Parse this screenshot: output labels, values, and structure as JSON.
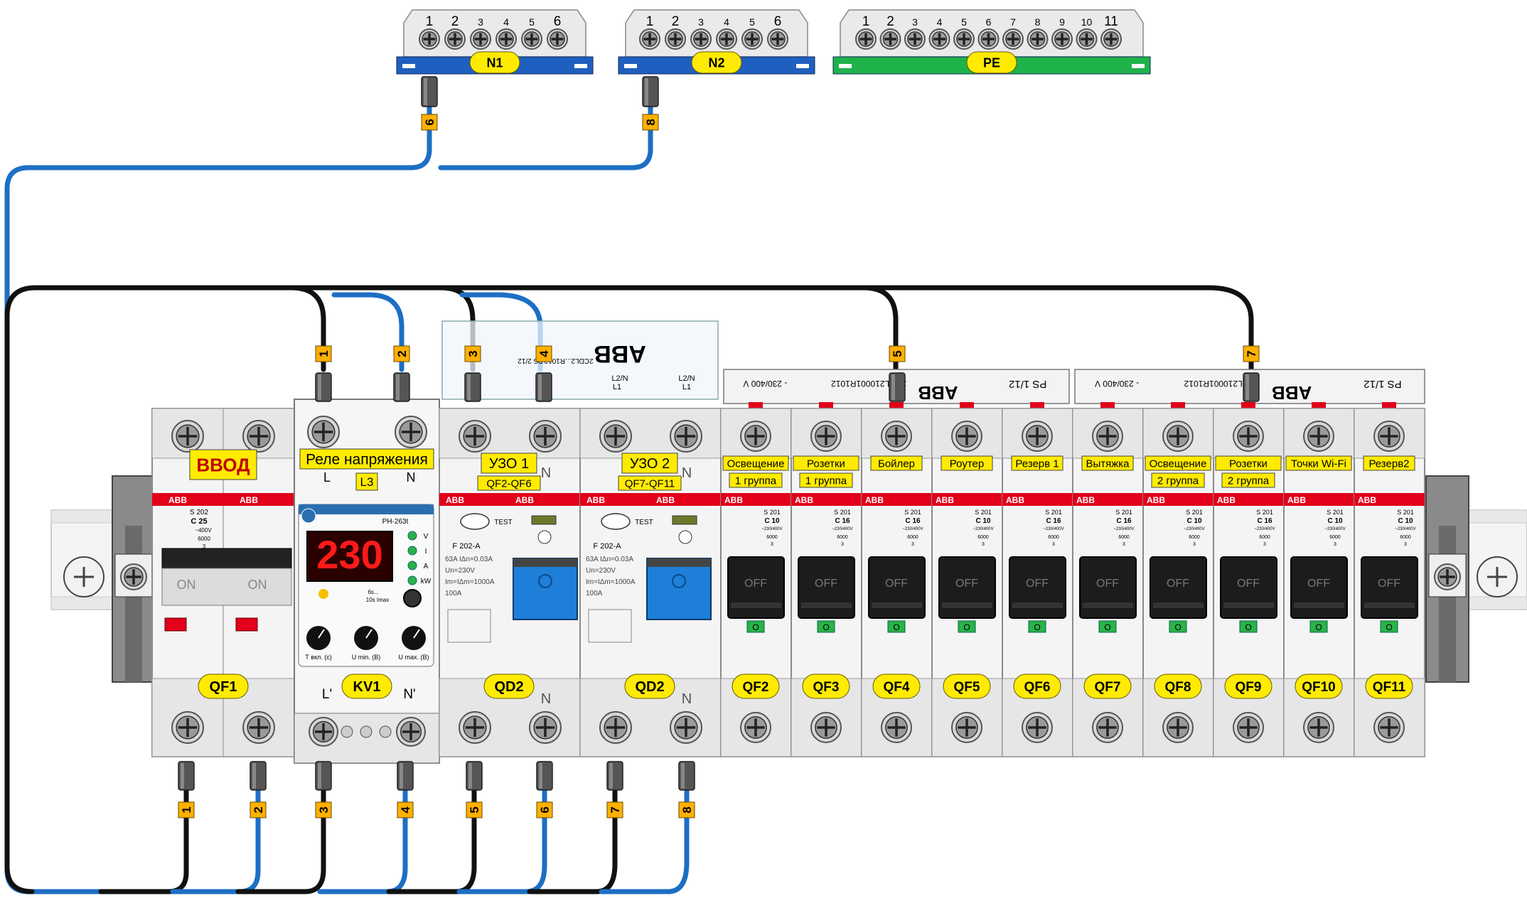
{
  "colors": {
    "wire_black": "#111111",
    "wire_blue": "#1d6fc4",
    "label_yellow": "#ffeb00",
    "abb_red": "#e2001a",
    "bus_blue": "#1f5fbf",
    "bus_green": "#1fb24a",
    "rcd_blue": "#1e7fd8",
    "display_red": "#ff1a1a",
    "vvod_red": "#c00000"
  },
  "bus_bars": [
    {
      "name": "N1",
      "terminals": [
        "1",
        "2",
        "3",
        "4",
        "5",
        "6"
      ]
    },
    {
      "name": "N2",
      "terminals": [
        "1",
        "2",
        "3",
        "4",
        "5",
        "6"
      ]
    },
    {
      "name": "PE",
      "terminals": [
        "1",
        "2",
        "3",
        "4",
        "5",
        "6",
        "7",
        "8",
        "9",
        "10",
        "11"
      ]
    }
  ],
  "wire_numbers": {
    "n1_out": "6",
    "n2_out": "8",
    "top": [
      "1",
      "2",
      "3",
      "4",
      "5",
      "7"
    ],
    "bottom": [
      "1",
      "2",
      "3",
      "4",
      "5",
      "6",
      "7",
      "8"
    ]
  },
  "comb_busbars": [
    {
      "brand": "ABB",
      "model": "PS 1/12",
      "code": "2CDL210001R1012",
      "voltage": "- 230/400 V"
    },
    {
      "brand": "ABB",
      "model": "PS 1/12",
      "code": "2CDL210001R1012",
      "voltage": "- 230/400 V"
    }
  ],
  "rcd_comb": {
    "brand": "ABB",
    "model": "PS 2/12",
    "code": "2CDL2...R1012",
    "terms": [
      "L1",
      "L2/N",
      "L1",
      "L2/N",
      "N",
      "L"
    ]
  },
  "main_breaker": {
    "label": "ВВОД",
    "brand": "ABB",
    "model": "S 202",
    "rating": "C 25",
    "voltage": "~400V",
    "breaking": "6000",
    "class": "3",
    "handles": [
      "ON",
      "ON"
    ],
    "tag": "QF1"
  },
  "relay": {
    "label": "Реле напряжения",
    "l_in": "L",
    "phase_tag": "L3",
    "n_in": "N",
    "model": "РН-263t",
    "display": "230",
    "indicators": [
      "V",
      "I",
      "A",
      "kW"
    ],
    "timing": "6s...",
    "timing2": "10s Imax",
    "knobs": [
      "Т вкл. (с)",
      "U min. (В)",
      "U max. (В)"
    ],
    "l_out": "L'",
    "tag": "KV1",
    "n_out": "N'"
  },
  "rcds": [
    {
      "label": "УЗО 1",
      "group": "QF2-QF6",
      "n_top": "N",
      "n_bottom": "N",
      "test": "TEST",
      "model": "F 202-A",
      "specs": [
        "63A  IΔn=0.03A",
        "Un=230V",
        "Im=IΔm=1000A",
        "100A"
      ],
      "tag": "QD2"
    },
    {
      "label": "УЗО 2",
      "group": "QF7-QF11",
      "n_top": "N",
      "n_bottom": "N",
      "test": "TEST",
      "model": "F 202-A",
      "specs": [
        "63A  IΔn=0.03A",
        "Un=230V",
        "Im=IΔm=1000A",
        "100A"
      ],
      "tag": "QD2"
    }
  ],
  "breakers": [
    {
      "tag": "QF2",
      "label": [
        "Освещение",
        "1 группа"
      ],
      "rating": "C 10"
    },
    {
      "tag": "QF3",
      "label": [
        "Розетки",
        "1 группа"
      ],
      "rating": "C 16"
    },
    {
      "tag": "QF4",
      "label": [
        "Бойлер"
      ],
      "rating": "C 16"
    },
    {
      "tag": "QF5",
      "label": [
        "Роутер"
      ],
      "rating": "C 10"
    },
    {
      "tag": "QF6",
      "label": [
        "Резерв 1"
      ],
      "rating": "C 16"
    },
    {
      "tag": "QF7",
      "label": [
        "Вытяжка"
      ],
      "rating": "C 16"
    },
    {
      "tag": "QF8",
      "label": [
        "Освещение",
        "2 группа"
      ],
      "rating": "C 10"
    },
    {
      "tag": "QF9",
      "label": [
        "Розетки",
        "2 группа"
      ],
      "rating": "C 16"
    },
    {
      "tag": "QF10",
      "label": [
        "Точки Wi-Fi"
      ],
      "rating": "C 10"
    },
    {
      "tag": "QF11",
      "label": [
        "Резерв2"
      ],
      "rating": "C 10"
    }
  ],
  "breaker_common": {
    "brand": "ABB",
    "model": "S 201",
    "voltage": "~230/400V",
    "breaking": "6000",
    "class": "3",
    "handle": "OFF",
    "flag": "O"
  }
}
